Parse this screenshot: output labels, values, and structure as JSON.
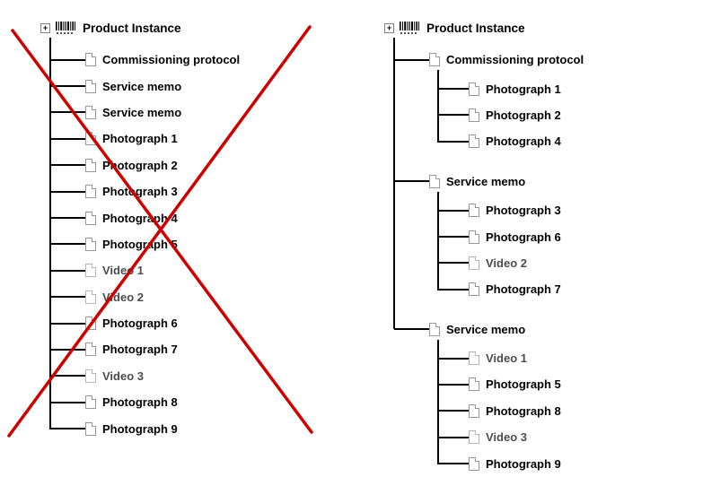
{
  "icons": {
    "expander": "+"
  },
  "colors": {
    "cross": "#cc0000",
    "tree_line": "#000000"
  },
  "left_tree": {
    "root_label": "Product Instance",
    "annotation": "red-cross-overlay",
    "items": [
      {
        "label": "Commissioning protocol",
        "kind": "document"
      },
      {
        "label": "Service memo",
        "kind": "document"
      },
      {
        "label": "Service memo",
        "kind": "document"
      },
      {
        "label": "Photograph 1",
        "kind": "document"
      },
      {
        "label": "Photograph 2",
        "kind": "document"
      },
      {
        "label": "Photograph 3",
        "kind": "document"
      },
      {
        "label": "Photograph 4",
        "kind": "document"
      },
      {
        "label": "Photograph 5",
        "kind": "document"
      },
      {
        "label": "Video 1",
        "kind": "video"
      },
      {
        "label": "Video 2",
        "kind": "video"
      },
      {
        "label": "Photograph 6",
        "kind": "document"
      },
      {
        "label": "Photograph 7",
        "kind": "document"
      },
      {
        "label": "Video 3",
        "kind": "video"
      },
      {
        "label": "Photograph 8",
        "kind": "document"
      },
      {
        "label": "Photograph 9",
        "kind": "document"
      }
    ]
  },
  "right_tree": {
    "root_label": "Product Instance",
    "groups": [
      {
        "label": "Commissioning protocol",
        "children": [
          {
            "label": "Photograph 1",
            "kind": "document"
          },
          {
            "label": "Photograph 2",
            "kind": "document"
          },
          {
            "label": "Photograph 4",
            "kind": "document"
          }
        ]
      },
      {
        "label": "Service memo",
        "children": [
          {
            "label": "Photograph 3",
            "kind": "document"
          },
          {
            "label": "Photograph 6",
            "kind": "document"
          },
          {
            "label": "Video 2",
            "kind": "video"
          },
          {
            "label": "Photograph 7",
            "kind": "document"
          }
        ]
      },
      {
        "label": "Service memo",
        "children": [
          {
            "label": "Video 1",
            "kind": "video"
          },
          {
            "label": "Photograph 5",
            "kind": "document"
          },
          {
            "label": "Photograph 8",
            "kind": "document"
          },
          {
            "label": "Video 3",
            "kind": "video"
          },
          {
            "label": "Photograph 9",
            "kind": "document"
          }
        ]
      }
    ]
  }
}
